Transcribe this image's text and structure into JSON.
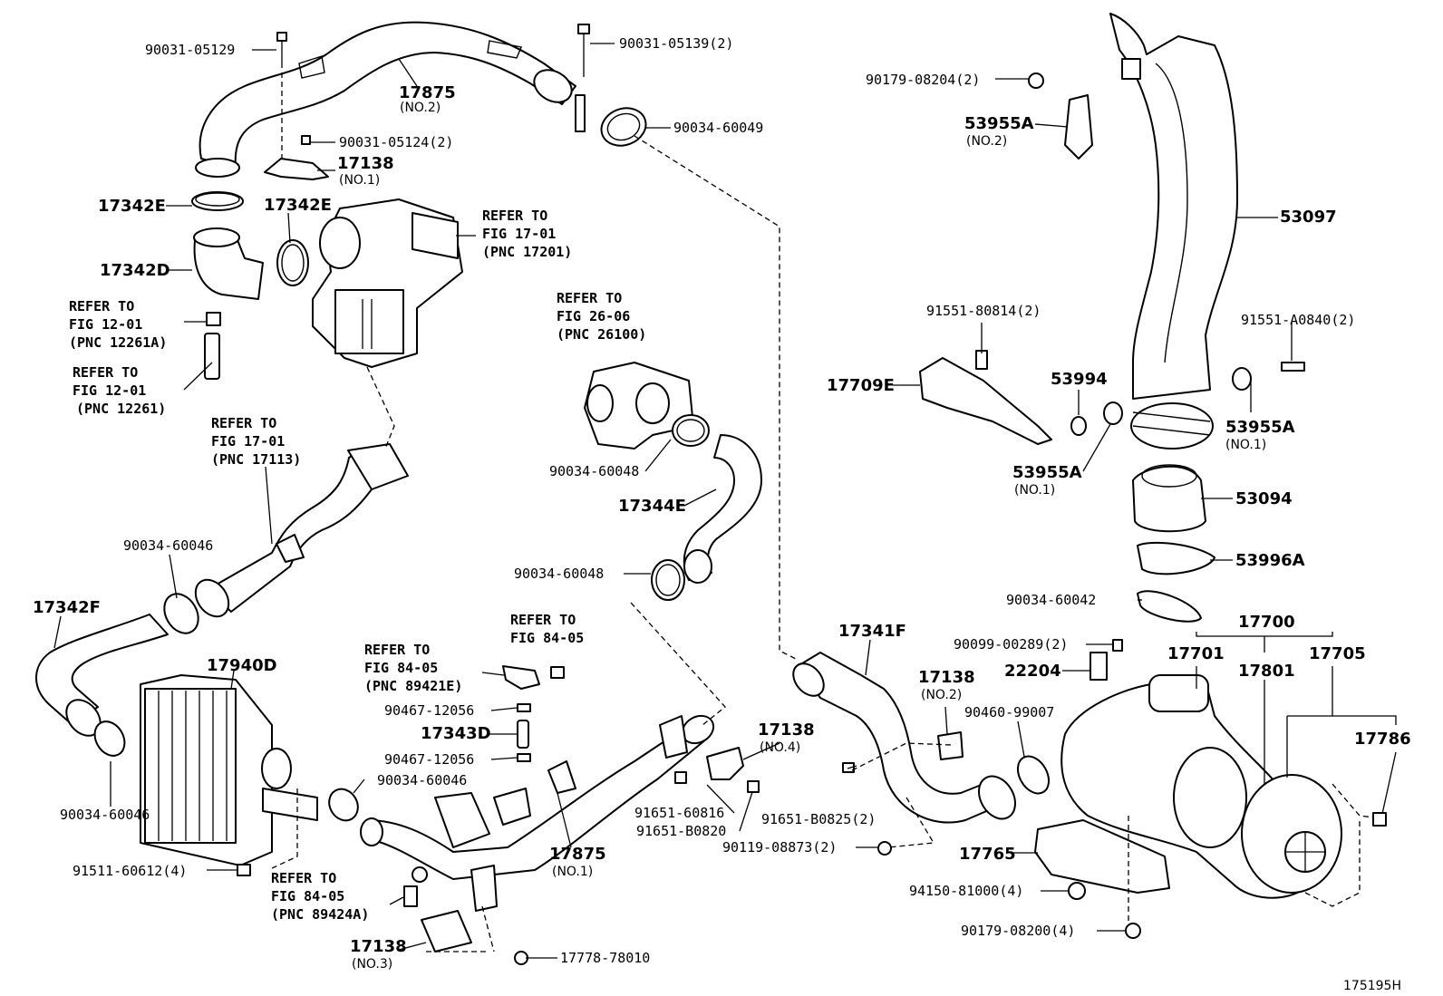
{
  "diagram_id": "175195H",
  "callouts": {
    "c_90031_05129": "90031-05129",
    "c_90031_05139": "90031-05139(2)",
    "c_17875_no2": "17875",
    "c_17875_no2_sub": "(NO.2)",
    "c_90034_60049": "90034-60049",
    "c_90031_05124": "90031-05124(2)",
    "c_17138_no1": "17138",
    "c_17138_no1_sub": "(NO.1)",
    "c_17342E_a": "17342E",
    "c_17342E_b": "17342E",
    "c_17342D": "17342D",
    "c_17342F": "17342F",
    "c_90034_60046_a": "90034-60046",
    "c_17940D": "17940D",
    "c_90034_60046_b": "90034-60046",
    "c_91511_60612": "91511-60612(4)",
    "c_90034_60046_c": "90034-60046",
    "c_90467_12056_a": "90467-12056",
    "c_17343D": "17343D",
    "c_90467_12056_b": "90467-12056",
    "c_17875_no1": "17875",
    "c_17875_no1_sub": "(NO.1)",
    "c_17138_no3": "17138",
    "c_17138_no3_sub": "(NO.3)",
    "c_17778_78010": "17778-78010",
    "c_90034_60048_a": "90034-60048",
    "c_17344E": "17344E",
    "c_90034_60048_b": "90034-60048",
    "c_17138_no4": "17138",
    "c_17138_no4_sub": "(NO.4)",
    "c_91651_60816": "91651-60816",
    "c_91651_B0820": "91651-B0820",
    "c_90179_08204": "90179-08204(2)",
    "c_53955A_no2": "53955A",
    "c_53955A_no2_sub": "(NO.2)",
    "c_53097": "53097",
    "c_91551_80814": "91551-80814(2)",
    "c_91551_A0840": "91551-A0840(2)",
    "c_17709E": "17709E",
    "c_53994": "53994",
    "c_53955A_no1a": "53955A",
    "c_53955A_no1a_sub": "(NO.1)",
    "c_53955A_no1b": "53955A",
    "c_53955A_no1b_sub": "(NO.1)",
    "c_53094": "53094",
    "c_53996A": "53996A",
    "c_90034_60042": "90034-60042",
    "c_17341F": "17341F",
    "c_17138_no2": "17138",
    "c_17138_no2_sub": "(NO.2)",
    "c_90099_00289": "90099-00289(2)",
    "c_22204": "22204",
    "c_90460_99007": "90460-99007",
    "c_17700": "17700",
    "c_17701": "17701",
    "c_17801": "17801",
    "c_17705": "17705",
    "c_17786": "17786",
    "c_91651_B0825": "91651-B0825(2)",
    "c_90119_08873": "90119-08873(2)",
    "c_17765": "17765",
    "c_94150_81000": "94150-81000(4)",
    "c_90179_08200": "90179-08200(4)"
  },
  "references": {
    "r1": [
      "REFER TO",
      "FIG 17-01",
      "(PNC 17201)"
    ],
    "r2": [
      "REFER TO",
      "FIG 12-01",
      "(PNC 12261A)"
    ],
    "r3": [
      "REFER TO",
      "FIG 12-01",
      "(PNC 12261)"
    ],
    "r4": [
      "REFER TO",
      "FIG 17-01",
      "(PNC 17113)"
    ],
    "r5": [
      "REFER TO",
      "FIG 26-06",
      "(PNC 26100)"
    ],
    "r6": [
      "REFER TO",
      "FIG 84-05"
    ],
    "r7": [
      "REFER TO",
      "FIG 84-05",
      "(PNC 89421E)"
    ],
    "r8": [
      "REFER TO",
      "FIG 84-05",
      "(PNC 89424A)"
    ]
  }
}
